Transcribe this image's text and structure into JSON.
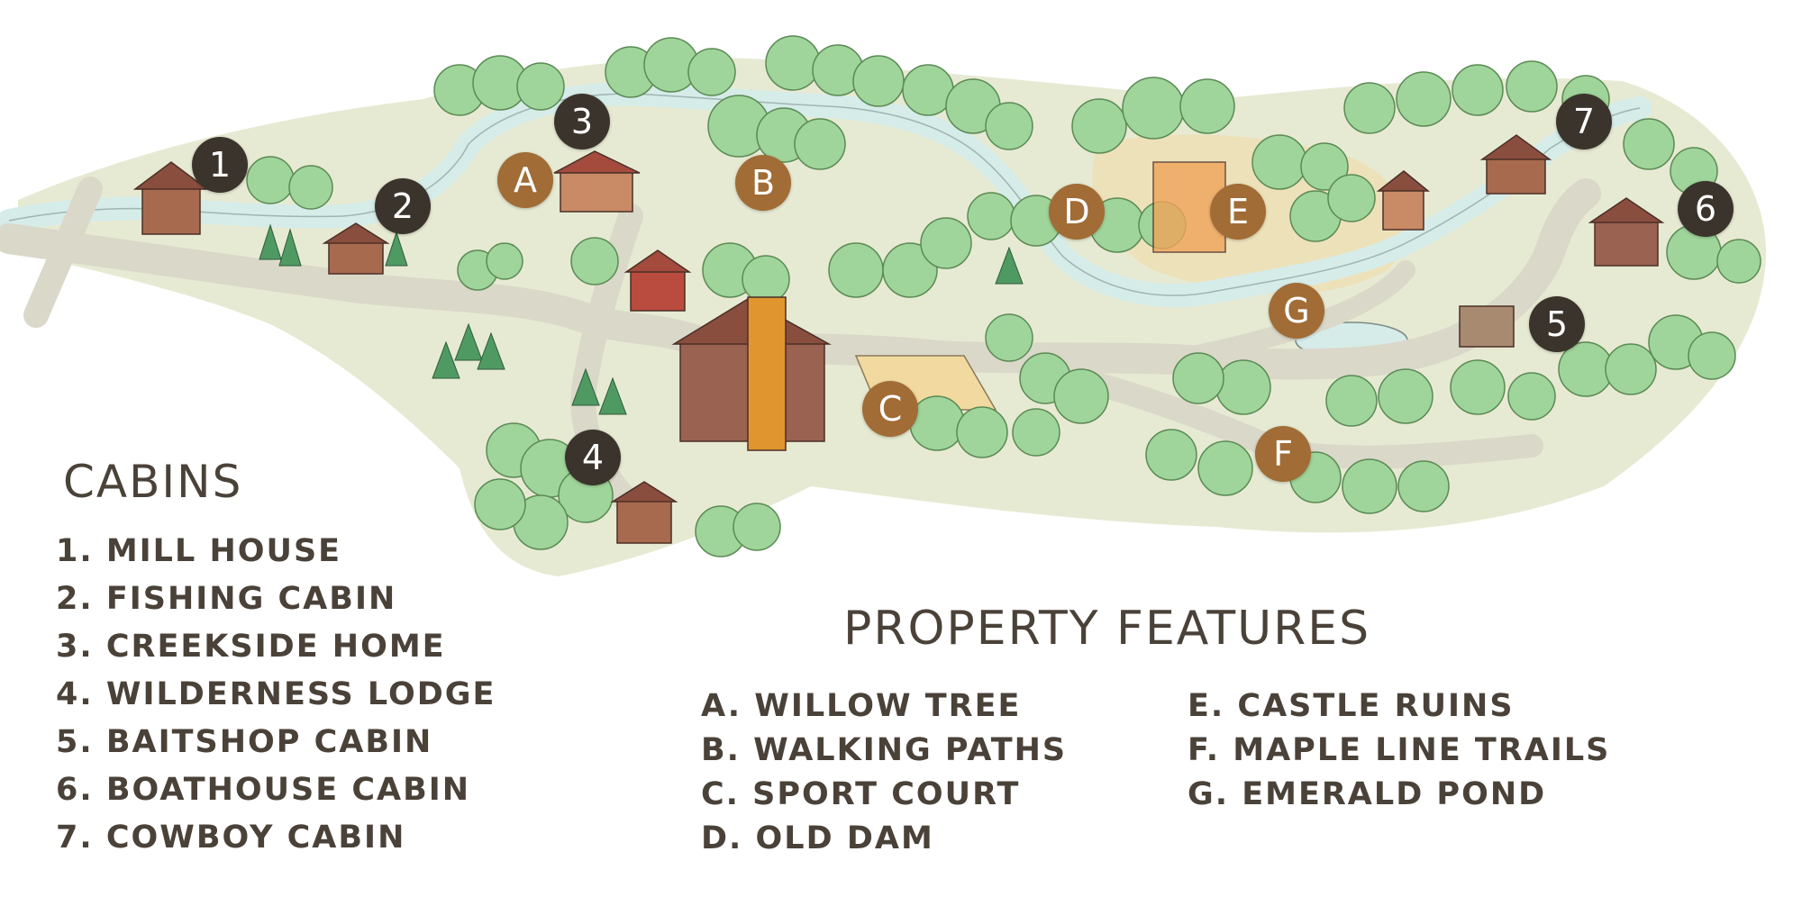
{
  "colors": {
    "cabin_marker": "#3b342c",
    "feature_marker": "#a16c35",
    "legend_text": "#4a4239",
    "water": "#d6ece9",
    "road": "#dad8c9",
    "grass": "#e7ead3",
    "tree": "#9fd49a"
  },
  "markers": {
    "cabins": [
      {
        "id": "1",
        "label": "1"
      },
      {
        "id": "2",
        "label": "2"
      },
      {
        "id": "3",
        "label": "3"
      },
      {
        "id": "4",
        "label": "4"
      },
      {
        "id": "5",
        "label": "5"
      },
      {
        "id": "6",
        "label": "6"
      },
      {
        "id": "7",
        "label": "7"
      }
    ],
    "features": [
      {
        "id": "A",
        "label": "A"
      },
      {
        "id": "B",
        "label": "B"
      },
      {
        "id": "C",
        "label": "C"
      },
      {
        "id": "D",
        "label": "D"
      },
      {
        "id": "E",
        "label": "E"
      },
      {
        "id": "F",
        "label": "F"
      },
      {
        "id": "G",
        "label": "G"
      }
    ]
  },
  "legend": {
    "cabins": {
      "title": "CABINS",
      "items": [
        "1. MILL HOUSE",
        "2. FISHING CABIN",
        "3. CREEKSIDE HOME",
        "4. WILDERNESS LODGE",
        "5. BAITSHOP CABIN",
        "6. BOATHOUSE CABIN",
        "7. COWBOY CABIN"
      ]
    },
    "features": {
      "title": "PROPERTY FEATURES",
      "column1": [
        "A. WILLOW TREE",
        "B. WALKING PATHS",
        "C. SPORT COURT",
        "D. OLD DAM"
      ],
      "column2": [
        "E. CASTLE RUINS",
        "F. MAPLE LINE TRAILS",
        "G. EMERALD POND"
      ]
    }
  }
}
